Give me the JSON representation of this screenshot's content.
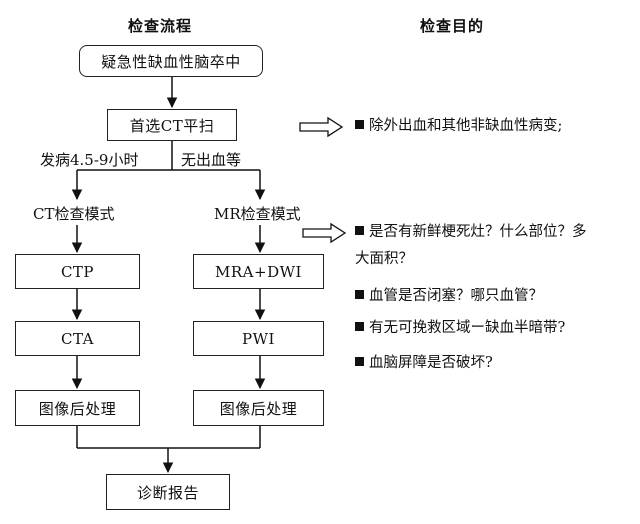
{
  "headers": {
    "flow": "检查流程",
    "purpose": "检查目的"
  },
  "flow": {
    "start": "疑急性缺血性脑卒中",
    "first": "首选CT平扫",
    "branch_left": "发病4.5-9小时",
    "branch_right": "无出血等",
    "ct_mode": "CT检查模式",
    "mr_mode": "MR检查模式",
    "ctp": "CTP",
    "mra_dwi": "MRA+DWI",
    "cta": "CTA",
    "pwi": "PWI",
    "post_left": "图像后处理",
    "post_right": "图像后处理",
    "report": "诊断报告"
  },
  "purposes": {
    "ct_purpose": "除外出血和其他非缺血性病变;",
    "mr_purposes": [
      "是否有新鲜梗死灶？什么部位？多",
      "大面积？",
      "血管是否闭塞？哪只血管？",
      "有无可挽救区域ー缺血半暗带?",
      "血脑屏障是否破坏?"
    ]
  }
}
